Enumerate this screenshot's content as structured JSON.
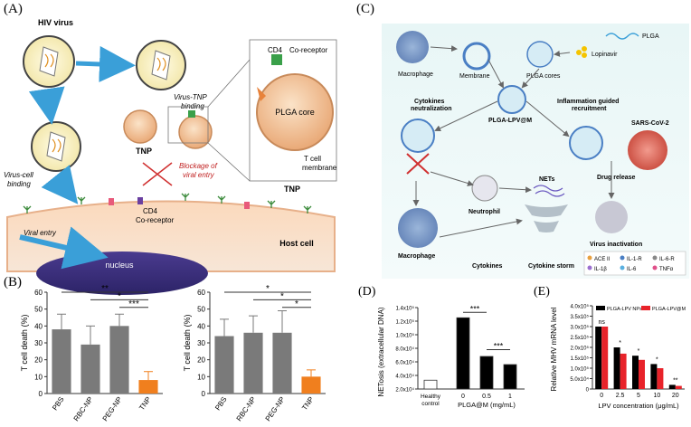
{
  "panelA": {
    "letter": "(A)",
    "labels": {
      "hiv_virus": "HIV virus",
      "virus_tnp_binding": "Virus-TNP",
      "virus_tnp_binding2": "binding",
      "cd4_top": "CD4",
      "co_receptor_top": "Co-receptor",
      "plga_core": "PLGA core",
      "t_cell": "T cell",
      "membrane": "membrane",
      "tnp_small": "TNP",
      "tnp_big": "TNP",
      "blockage1": "Blockage of",
      "blockage2": "viral entry",
      "virus_cell1": "Virus-cell",
      "virus_cell2": "binding",
      "cd4_bottom": "CD4",
      "co_receptor_bottom": "Co-receptor",
      "viral_entry": "Viral entry",
      "nucleus": "nucleus",
      "host_cell": "Host cell"
    }
  },
  "panelB": {
    "letter": "(B)",
    "charts": [
      {
        "ylabel": "T cell death (%)",
        "ticks": [
          "0",
          "10",
          "20",
          "30",
          "40",
          "50",
          "60"
        ],
        "categories": [
          "PBS",
          "RBC-NP",
          "PEG-NP",
          "TNP"
        ],
        "sig": [
          "**",
          "*",
          "***"
        ]
      },
      {
        "ylabel": "T cell death (%)",
        "ticks": [
          "0",
          "10",
          "20",
          "30",
          "40",
          "50",
          "60"
        ],
        "categories": [
          "PBS",
          "RBC-NP",
          "PEG-NP",
          "TNP"
        ],
        "sig": [
          "*",
          "*",
          "*"
        ]
      }
    ]
  },
  "panelC": {
    "letter": "(C)",
    "labels": {
      "macrophage_top": "Macrophage",
      "membrane": "Membrane",
      "plga_cores": "PLGA cores",
      "plga": "PLGA",
      "lopinavir": "Lopinavir",
      "cytokines_neutralization1": "Cytokines",
      "cytokines_neutralization2": "neutralization",
      "plga_lpv_m": "PLGA-LPV@M",
      "inflammation1": "Inflammation guided",
      "inflammation2": "recruitment",
      "sars": "SARS-CoV-2",
      "neutrophil": "Neutrophil",
      "nets": "NETs",
      "drug_release": "Drug release",
      "macrophage_bottom": "Macrophage",
      "cytokines": "Cytokines",
      "cytokine_storm": "Cytokine storm",
      "virus_inactivation": "Virus inactivation"
    },
    "legend": [
      "ACE II",
      "IL-1-R",
      "IL-6-R",
      "IL-1β",
      "IL-6",
      "TNFα"
    ]
  },
  "panelD": {
    "letter": "(D)",
    "ylabel": "NETosis (extracellular DNA)",
    "ticks": [
      "2.0x10⁴",
      "4.0x10⁴",
      "6.0x10⁴",
      "8.0x10⁴",
      "1.0x10⁵",
      "1.2x10⁵",
      "1.4x10⁵"
    ],
    "x_labels": [
      "Healthy",
      "control"
    ],
    "group_ticks": [
      "0",
      "0.5",
      "1"
    ],
    "xlabel": "PLGA@M (mg/mL)",
    "sig": [
      "***",
      "***"
    ]
  },
  "panelE": {
    "letter": "(E)",
    "ylabel": "Relative MHV mRNA level",
    "ticks": [
      "0",
      "5.0x10⁴",
      "1.0x10⁵",
      "1.5x10⁵",
      "2.0x10⁵",
      "2.5x10⁵",
      "3.0x10⁵",
      "3.5x10⁵",
      "4.0x10⁵"
    ],
    "legend": [
      "PLGA-LPV NPs",
      "PLGA-LPV@M"
    ],
    "categories": [
      "0",
      "2.5",
      "5",
      "10",
      "20"
    ],
    "xlabel": "LPV concentration (μg/mL)",
    "sig": [
      "ns",
      "*",
      "*",
      "*",
      "**"
    ]
  },
  "chart_data": [
    {
      "type": "bar",
      "panel": "B-left",
      "categories": [
        "PBS",
        "RBC-NP",
        "PEG-NP",
        "TNP"
      ],
      "values": [
        38,
        29,
        40,
        8
      ],
      "errors": [
        9,
        11,
        7,
        5
      ],
      "ylim": [
        0,
        60
      ],
      "ylabel": "T cell death (%)",
      "colors": [
        "#7a7a7a",
        "#7a7a7a",
        "#7a7a7a",
        "#f07f1e"
      ]
    },
    {
      "type": "bar",
      "panel": "B-right",
      "categories": [
        "PBS",
        "RBC-NP",
        "PEG-NP",
        "TNP"
      ],
      "values": [
        34,
        36,
        36,
        10
      ],
      "errors": [
        10,
        10,
        13,
        4
      ],
      "ylim": [
        0,
        60
      ],
      "ylabel": "T cell death (%)",
      "colors": [
        "#7a7a7a",
        "#7a7a7a",
        "#7a7a7a",
        "#f07f1e"
      ]
    },
    {
      "type": "bar",
      "panel": "D",
      "categories": [
        "Healthy control",
        "0",
        "0.5",
        "1"
      ],
      "values": [
        33000,
        125000,
        68000,
        56000
      ],
      "ylim": [
        20000,
        140000
      ],
      "ylabel": "NETosis (extracellular DNA)",
      "xlabel": "PLGA@M (mg/mL)",
      "colors": [
        "#ffffff",
        "#000000",
        "#000000",
        "#000000"
      ]
    },
    {
      "type": "bar",
      "panel": "E",
      "categories": [
        "0",
        "2.5",
        "5",
        "10",
        "20"
      ],
      "series": [
        {
          "name": "PLGA-LPV NPs",
          "values": [
            300000,
            200000,
            160000,
            120000,
            20000
          ],
          "color": "#000000"
        },
        {
          "name": "PLGA-LPV@M",
          "values": [
            300000,
            170000,
            140000,
            100000,
            15000
          ],
          "color": "#e8232a"
        }
      ],
      "ylim": [
        0,
        400000
      ],
      "ylabel": "Relative MHV mRNA level",
      "xlabel": "LPV concentration (μg/mL)"
    }
  ]
}
